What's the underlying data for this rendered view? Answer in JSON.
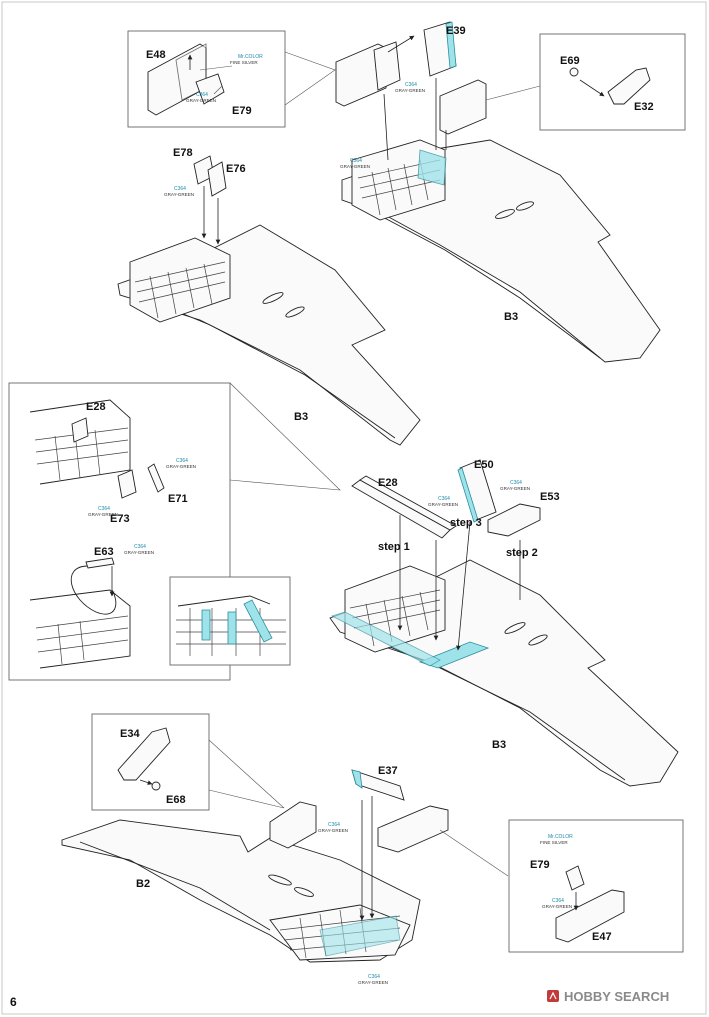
{
  "parts": {
    "e48": "E48",
    "e79_top": "E79",
    "e39": "E39",
    "e69": "E69",
    "e32": "E32",
    "e78": "E78",
    "e76": "E76",
    "b3_top_right": "B3",
    "b3_top_left": "B3",
    "b3_middle": "B3",
    "e28_inset": "E28",
    "e71": "E71",
    "e73": "E73",
    "e63": "E63",
    "e28_main": "E28",
    "e50": "E50",
    "e53": "E53",
    "e34": "E34",
    "e68": "E68",
    "e37": "E37",
    "b2": "B2",
    "e79_bottom": "E79",
    "e47": "E47"
  },
  "steps": {
    "step1": "step 1",
    "step2": "step 2",
    "step3": "step 3"
  },
  "colors": {
    "fine_silver_code": "Mr.COLOR",
    "fine_silver_name": "FINE SILVER",
    "gray_green_code": "C364",
    "gray_green_name": "GRAY-GREEN"
  },
  "page_number": "6",
  "watermark": {
    "icon": "hobby-search-logo-icon",
    "text": "HOBBY SEARCH"
  }
}
